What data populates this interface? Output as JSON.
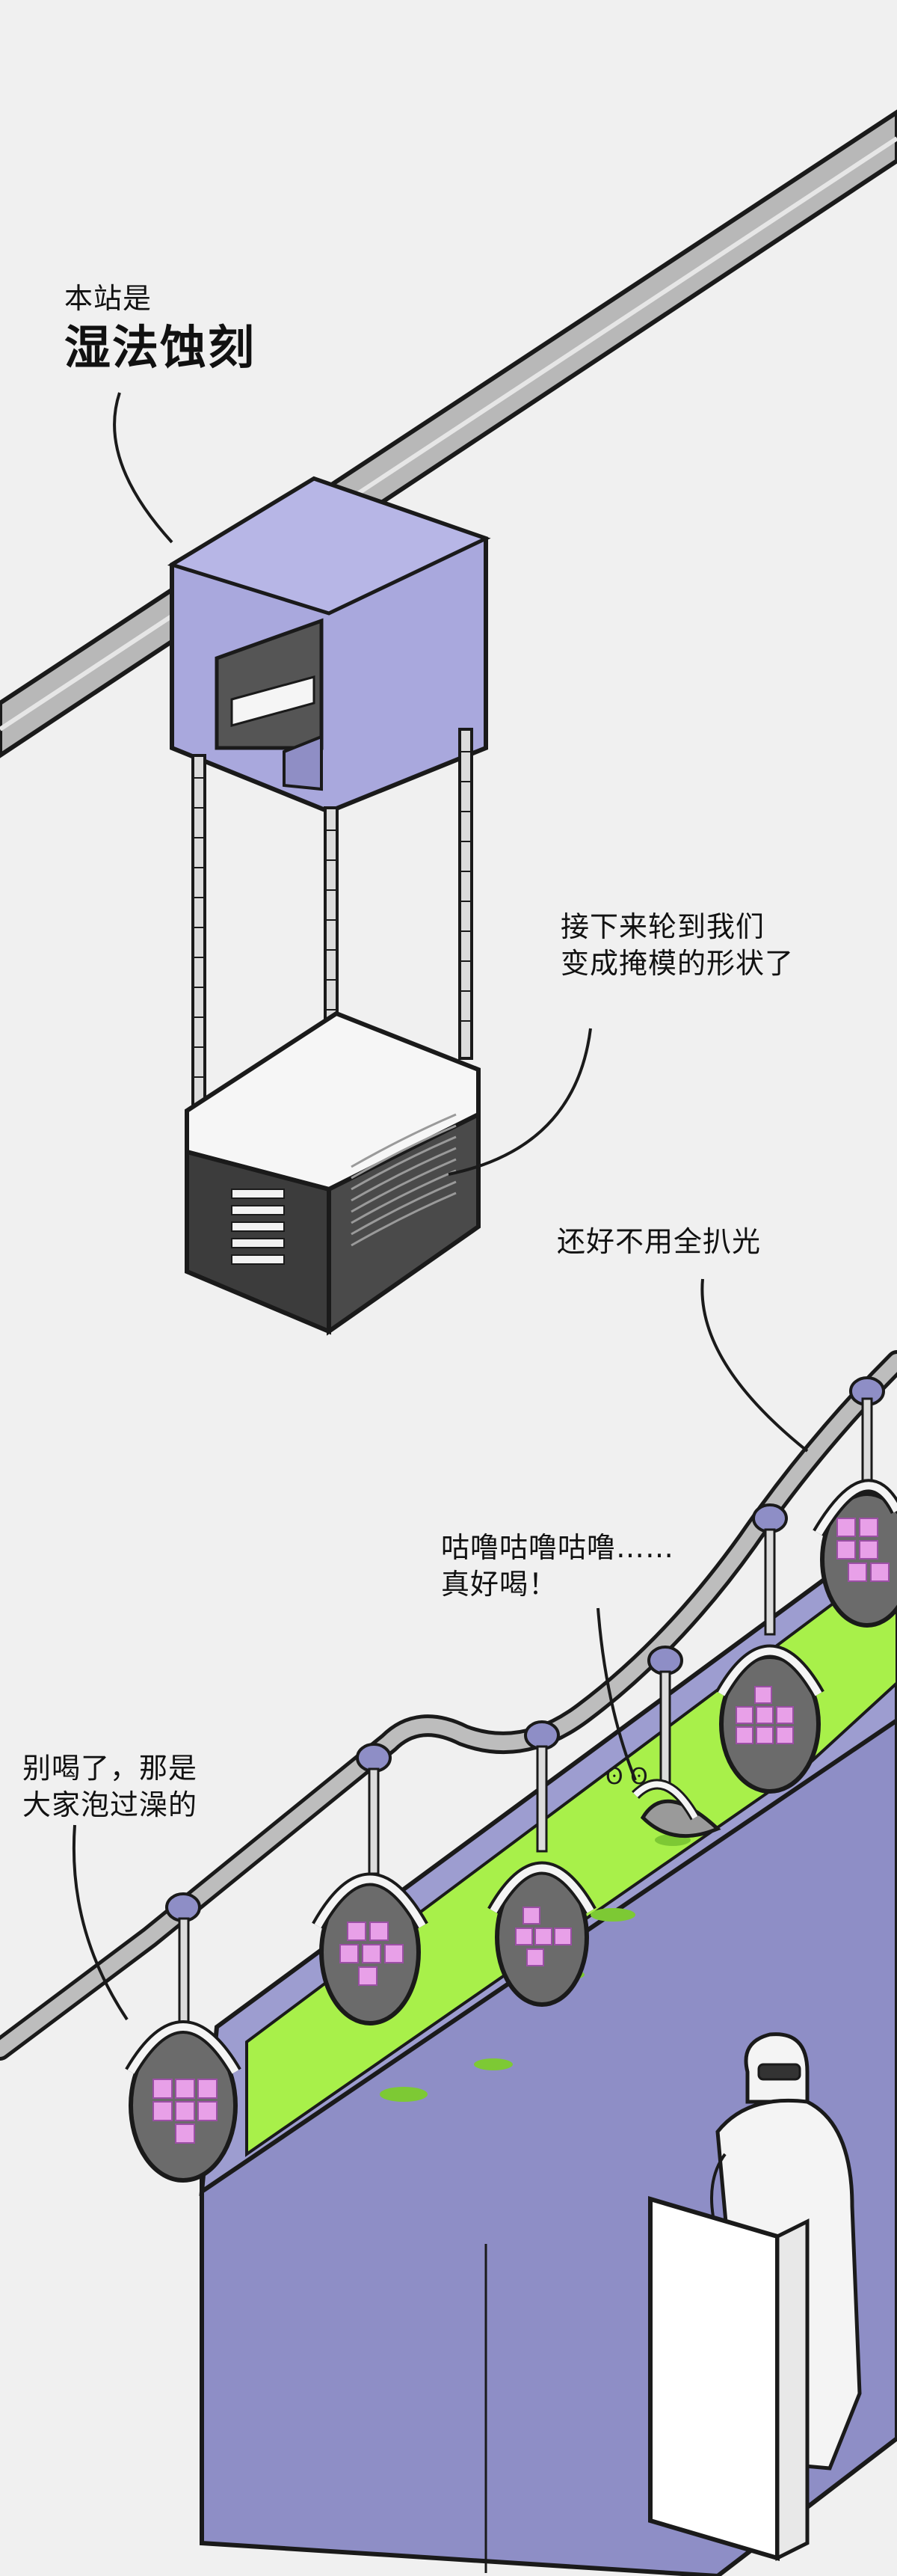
{
  "captions": {
    "station_intro": "本站是",
    "station_name": "湿法蚀刻",
    "mask_line1": "接下来轮到我们",
    "mask_line2": "变成掩模的形状了",
    "relief": "还好不用全扒光",
    "gulp_line1": "咕噜咕噜咕噜……",
    "gulp_line2": "真好喝！",
    "warn_line1": "别喝了，那是",
    "warn_line2": "大家泡过澡的"
  },
  "colors": {
    "background": "#f0f0f0",
    "ink": "#1a1a1a",
    "robot_purple": "#a9a8dd",
    "tank_purple": "#8e8ec6",
    "etchant_green": "#a8f04a",
    "wafer_gray": "#6b6b6b",
    "chip_pink": "#e8a0e8",
    "rail_gray": "#bdbdbd"
  }
}
